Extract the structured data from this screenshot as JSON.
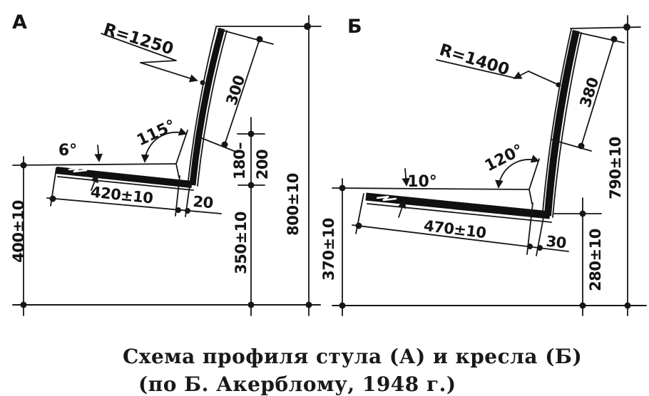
{
  "caption": {
    "line1": "Схема профиля стула (А) и кресла (Б)",
    "line2": "(по Б. Акерблому, 1948 г.)"
  },
  "colors": {
    "ink": "#161616",
    "paper": "#ffffff"
  },
  "chair_a": {
    "label": "А",
    "radius": "R=1250",
    "back_angle": "115°",
    "seat_angle": "6°",
    "back_length": "300",
    "lumbar_min": "180–",
    "lumbar_max": "200",
    "seat_depth": "420±10",
    "back_offset": "20",
    "front_height": "400±10",
    "back_height": "350±10",
    "total_height": "800±10"
  },
  "chair_b": {
    "label": "Б",
    "radius": "R=1400",
    "back_angle": "120°",
    "seat_angle": "10°",
    "back_length": "380",
    "seat_depth": "470±10",
    "back_offset": "30",
    "front_height": "370±10",
    "back_height": "280±10",
    "total_height": "790±10"
  }
}
